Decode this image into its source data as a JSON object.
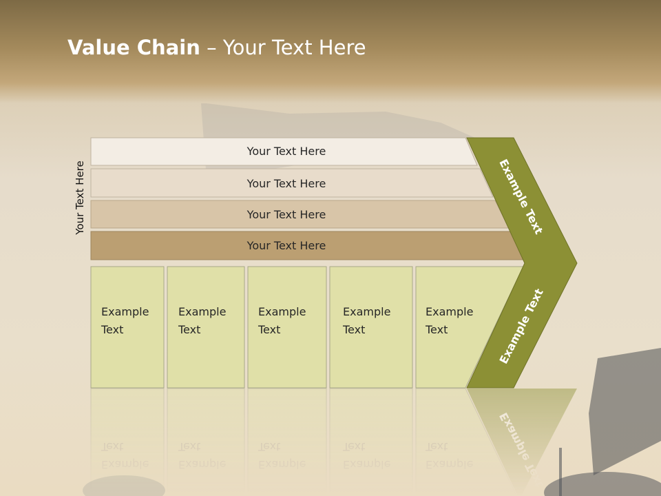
{
  "slide": {
    "title_bold": "Value Chain",
    "title_rest": " – Your Text Here"
  },
  "side_label": "Your Text Here",
  "bands": [
    "Your Text Here",
    "Your Text Here",
    "Your Text Here",
    "Your Text Here"
  ],
  "cells": [
    {
      "line1": "Example",
      "line2": "Text"
    },
    {
      "line1": "Example",
      "line2": "Text"
    },
    {
      "line1": "Example",
      "line2": "Text"
    },
    {
      "line1": "Example",
      "line2": "Text"
    },
    {
      "line1": "Example",
      "line2": "Text"
    }
  ],
  "chevron": {
    "upper": "Example Text",
    "lower": "Example Text"
  },
  "colors": {
    "band_1": "#f3ede4",
    "band_2": "#e8dccb",
    "band_3": "#d8c5a8",
    "band_4": "#bb9f72",
    "cell": "#e0e0a8",
    "chevron": "#8c9035"
  }
}
